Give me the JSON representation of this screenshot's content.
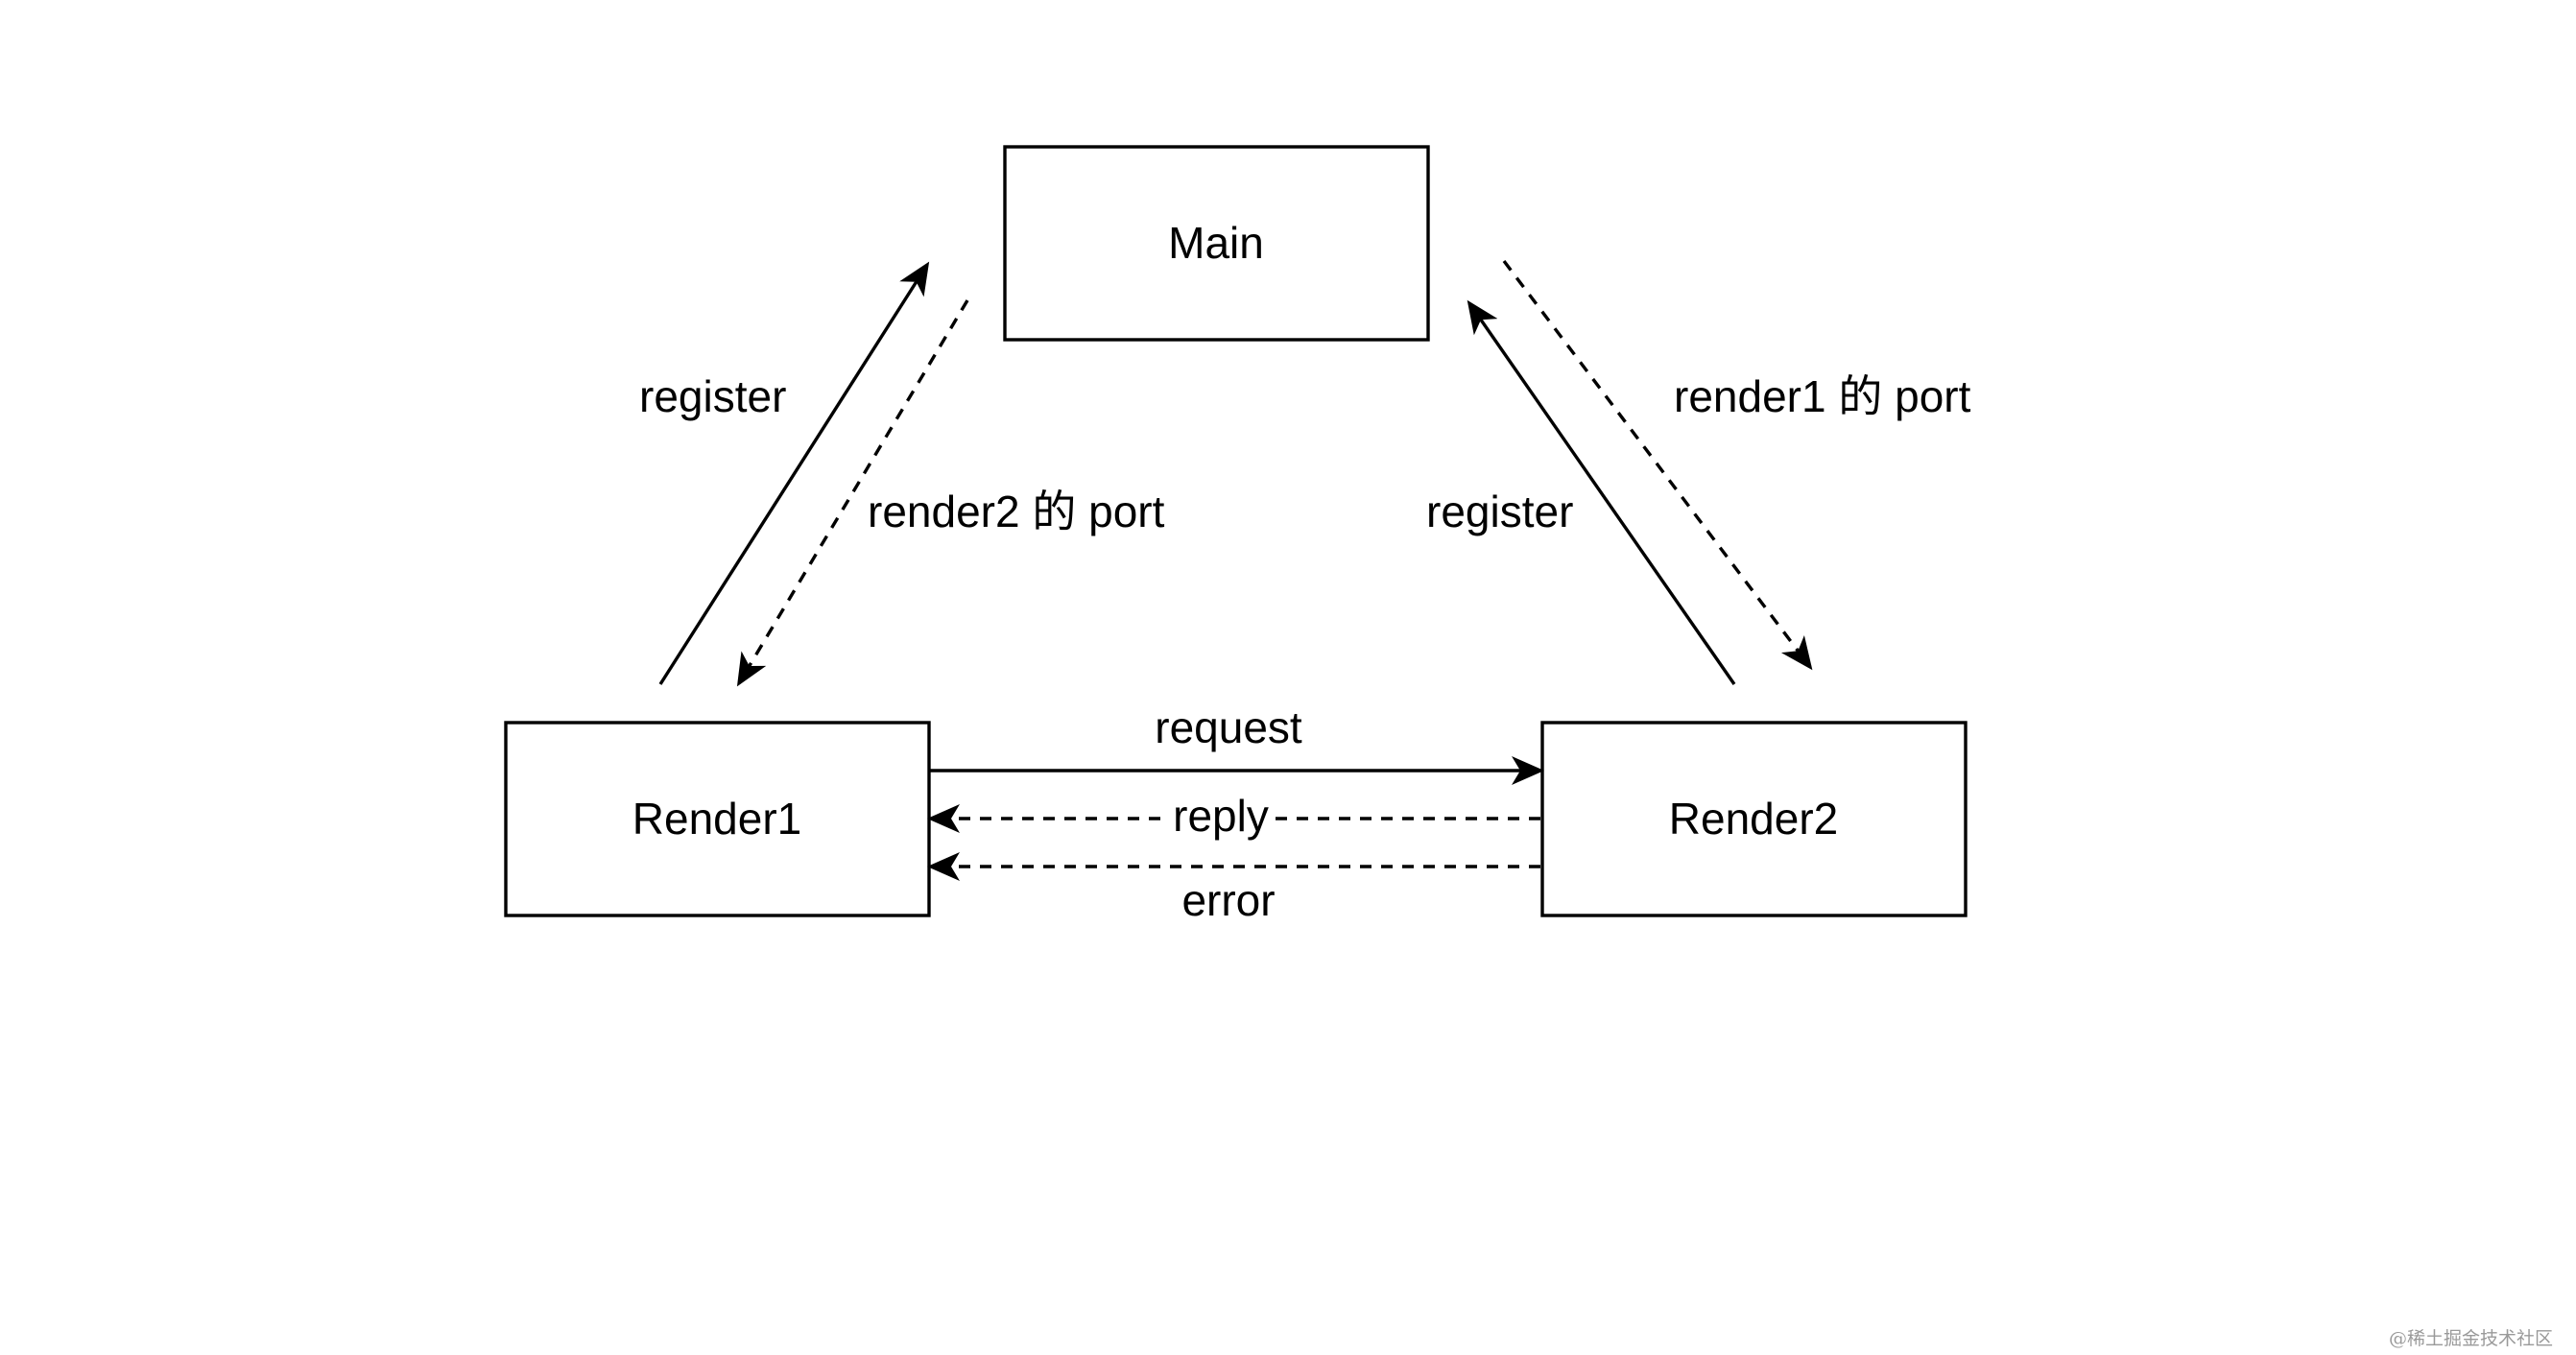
{
  "nodes": {
    "main": "Main",
    "render1": "Render1",
    "render2": "Render2"
  },
  "edges": {
    "render1_register": "register",
    "render2_port_to_render1": "render2 的 port",
    "render2_register": "register",
    "render1_port_to_render2": "render1 的 port",
    "request": "request",
    "reply": "reply",
    "error": "error"
  },
  "watermark": "@稀土掘金技术社区",
  "colors": {
    "stroke": "#000000",
    "background": "#ffffff",
    "watermark": "#9a9a9a"
  }
}
